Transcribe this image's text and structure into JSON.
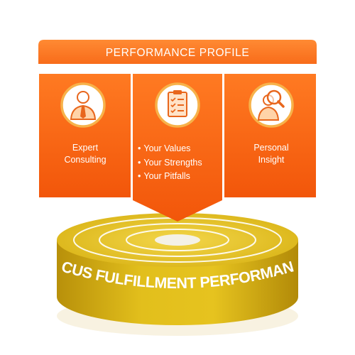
{
  "header": {
    "title": "PERFORMANCE PROFILE"
  },
  "columns": {
    "left": {
      "line1": "Expert",
      "line2": "Consulting",
      "icon": "consultant-icon"
    },
    "middle": {
      "bullets": [
        "Your Values",
        "Your Strengths",
        "Your Pitfalls"
      ],
      "icon": "checklist-icon"
    },
    "right": {
      "line1": "Personal",
      "line2": "Insight",
      "icon": "magnifier-person-icon"
    }
  },
  "base": {
    "label": "FOCUS FULFILLMENT PERFORMANCE"
  },
  "colors": {
    "orange_light": "#FF8A33",
    "orange_dark": "#F35A0C",
    "icon_ring": "#F7B24A",
    "gold_top": "#E8C51E",
    "gold_side": "#C9A20E",
    "accent_text": "#ffffff"
  }
}
